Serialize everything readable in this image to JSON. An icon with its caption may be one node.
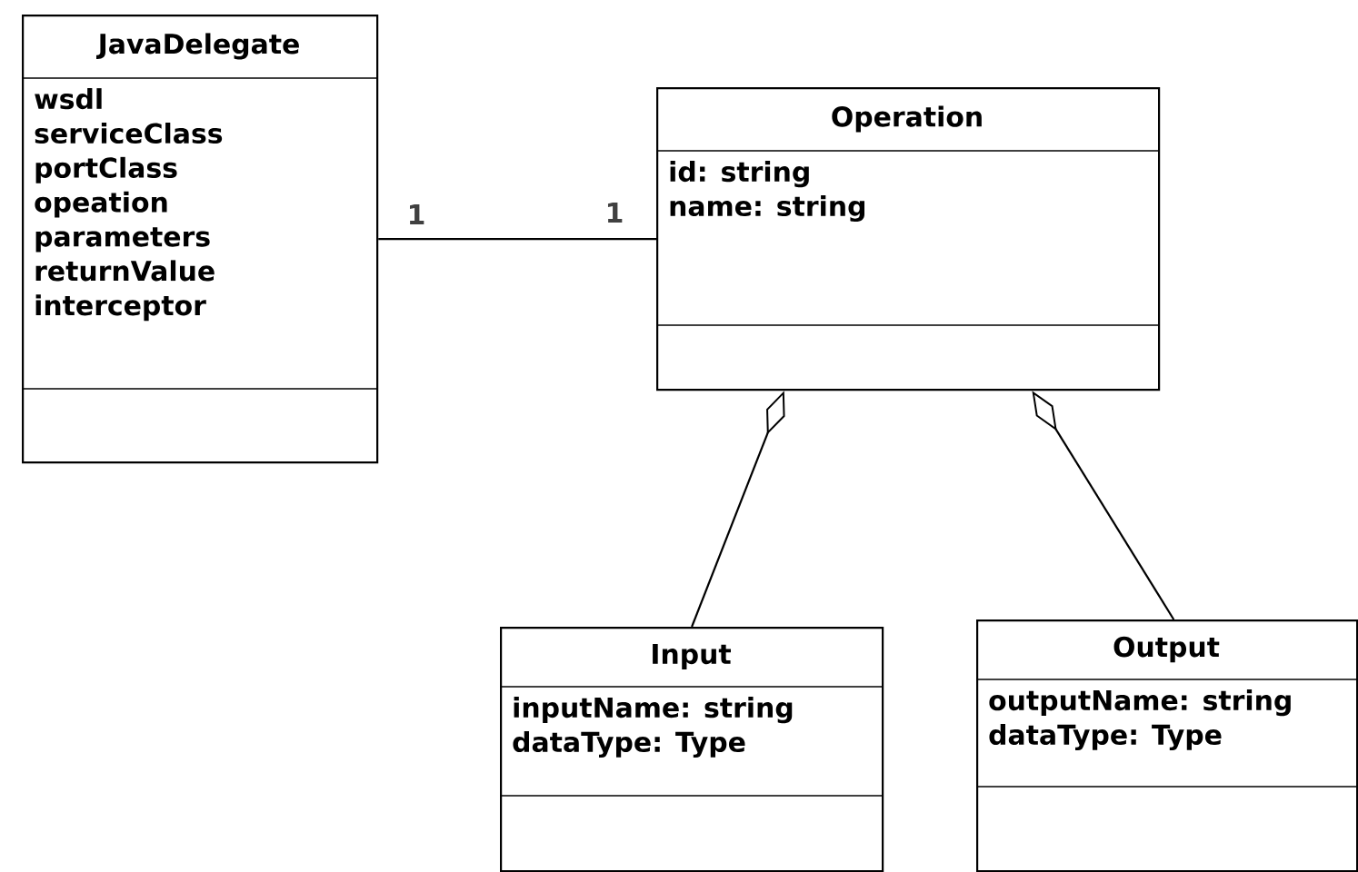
{
  "diagram": {
    "nodes": [
      {
        "text": [
          "JavaDelegate",
          "wsdl",
          "serviceClass",
          "portClass",
          "opeation",
          "parameters",
          "returnValue",
          "interceptor"
        ]
      },
      {
        "text": [
          "Operation",
          "id: string",
          "name: string"
        ]
      },
      {
        "text": [
          "Input",
          "inputName: string",
          "dataType: Type"
        ]
      },
      {
        "text": [
          "Output",
          "outputName: string",
          "dataType: Type"
        ]
      }
    ],
    "edges": [
      {
        "from": 0,
        "to": 1,
        "arrow": "none"
      },
      {
        "from": 2,
        "to": 1,
        "arrow": "other"
      },
      {
        "from": 3,
        "to": 1,
        "arrow": "other"
      }
    ],
    "labels": [
      "1",
      "1"
    ]
  }
}
